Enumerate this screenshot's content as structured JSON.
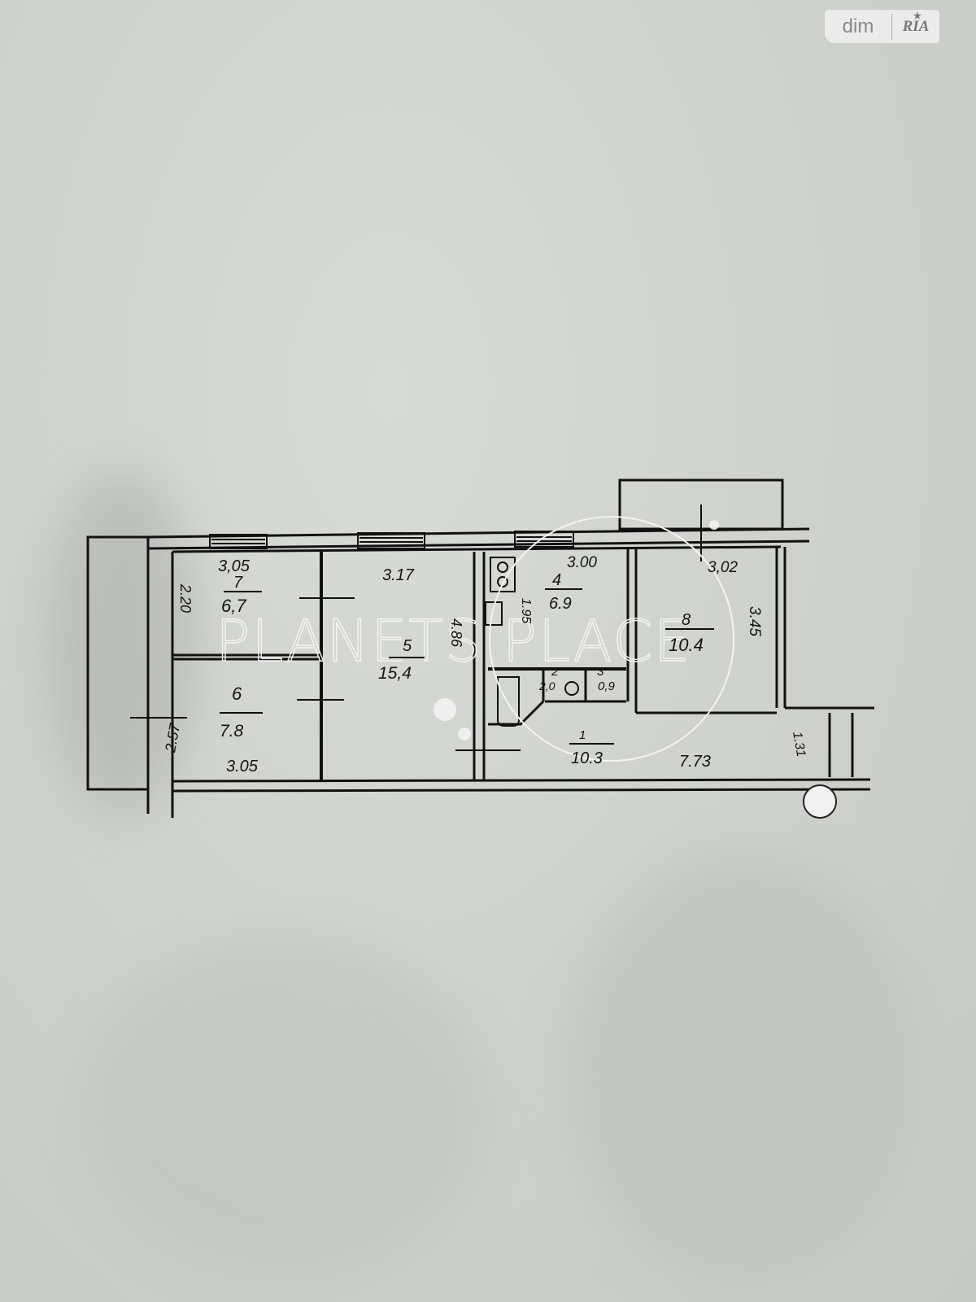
{
  "watermark": {
    "text": "PLANETS PLACE"
  },
  "badge": {
    "left": "dim",
    "right": "RIA",
    "icon": "star-icon"
  },
  "plan": {
    "rooms": [
      {
        "number": "1",
        "area": "10.3",
        "dims": [
          "7.73"
        ],
        "kind": "hall"
      },
      {
        "number": "2",
        "area": "2,0",
        "dims": [],
        "kind": "bathroom"
      },
      {
        "number": "3",
        "area": "0,9",
        "dims": [],
        "kind": "toilet"
      },
      {
        "number": "4",
        "area": "6.9",
        "dims": [
          "3.00",
          "1.95"
        ],
        "kind": "kitchen"
      },
      {
        "number": "5",
        "area": "15,4",
        "dims": [
          "3.17",
          "4.86"
        ],
        "kind": "living-room"
      },
      {
        "number": "6",
        "area": "7.8",
        "dims": [
          "3.05",
          "2.57"
        ],
        "kind": "room"
      },
      {
        "number": "7",
        "area": "6,7",
        "dims": [
          "3,05",
          "2.20"
        ],
        "kind": "room"
      },
      {
        "number": "8",
        "area": "10.4",
        "dims": [
          "3,02",
          "3.45"
        ],
        "kind": "room"
      }
    ],
    "extra_dims": [
      "1.31"
    ]
  }
}
